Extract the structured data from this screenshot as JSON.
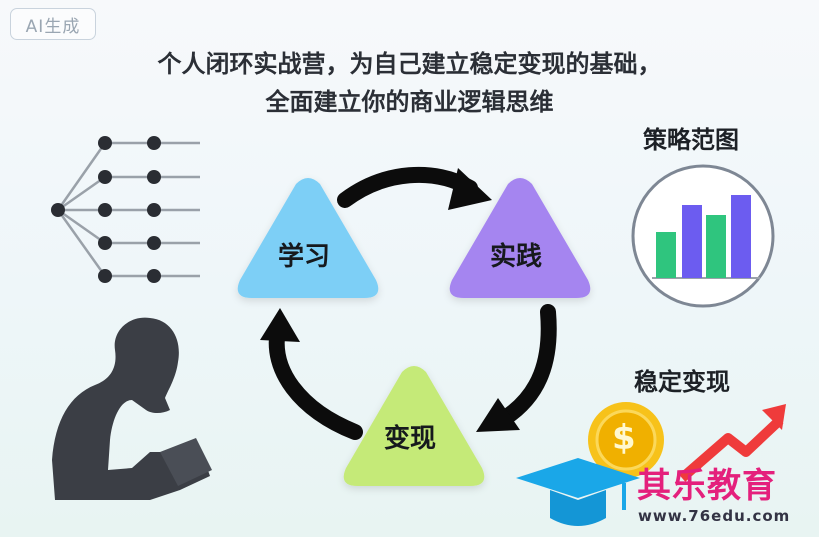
{
  "badge": "AI生成",
  "title_line1": "个人闭环实战营，为自己建立稳定变现的基础，",
  "title_line2": "全面建立你的商业逻辑思维",
  "cycle": {
    "learn": "学习",
    "practice": "实践",
    "monetize": "变现"
  },
  "strategy_label": "策略范图",
  "monetize_label": "稳定变现",
  "currency_symbol": "$",
  "brand_name": "其乐教育",
  "brand_url": "www.76edu.com",
  "colors": {
    "learn": "#7dcff6",
    "practice": "#a585f0",
    "monetize": "#c5ea78",
    "bar_green": "#2fc57e",
    "bar_purple": "#6c5cf0",
    "brand": "#e4207c",
    "arrow_red": "#ef3b3b",
    "coin": "#f7c21a"
  },
  "icons": [
    "network-tree-icon",
    "person-reading-icon",
    "bar-chart-icon",
    "dollar-coin-icon",
    "rising-arrow-icon",
    "graduation-cap-icon"
  ]
}
